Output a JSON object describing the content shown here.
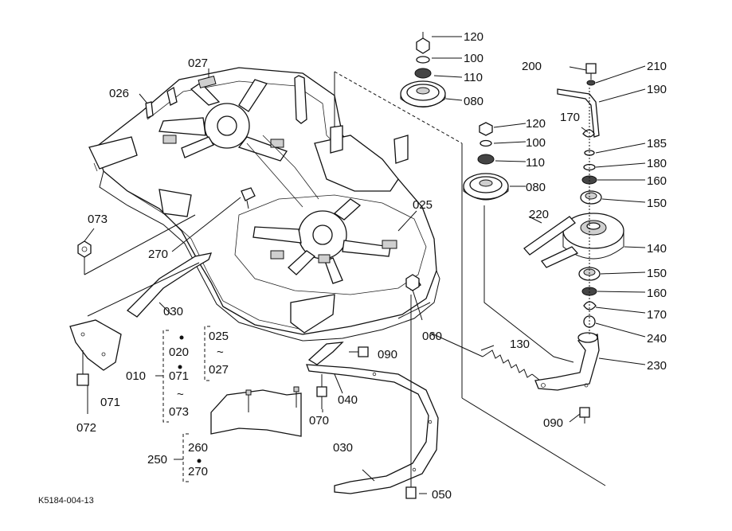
{
  "drawing_code": "K5184-004-13",
  "labels": {
    "p027": "027",
    "p026": "026",
    "p073": "073",
    "p270a": "270",
    "p025": "025",
    "p030a": "030",
    "p020": "020",
    "p010": "010",
    "p071a": "071",
    "p073b": "073",
    "p025b": "025",
    "p027b": "027",
    "tilde1": "~",
    "tilde2": "~",
    "p071": "071",
    "p072": "072",
    "p090a": "090",
    "p060": "060",
    "p040": "040",
    "p070": "070",
    "p250": "250",
    "p260": "260",
    "p270b": "270",
    "p030b": "030",
    "p050": "050",
    "p130": "130",
    "p120a": "120",
    "p100a": "100",
    "p110a": "110",
    "p080a": "080",
    "p120b": "120",
    "p100b": "100",
    "p110b": "110",
    "p080b": "080",
    "p200": "200",
    "p210": "210",
    "p190": "190",
    "p170a": "170",
    "p185": "185",
    "p180": "180",
    "p160a": "160",
    "p150a": "150",
    "p220": "220",
    "p140": "140",
    "p150b": "150",
    "p160b": "160",
    "p170b": "170",
    "p240": "240",
    "p230": "230",
    "p090b": "090"
  }
}
